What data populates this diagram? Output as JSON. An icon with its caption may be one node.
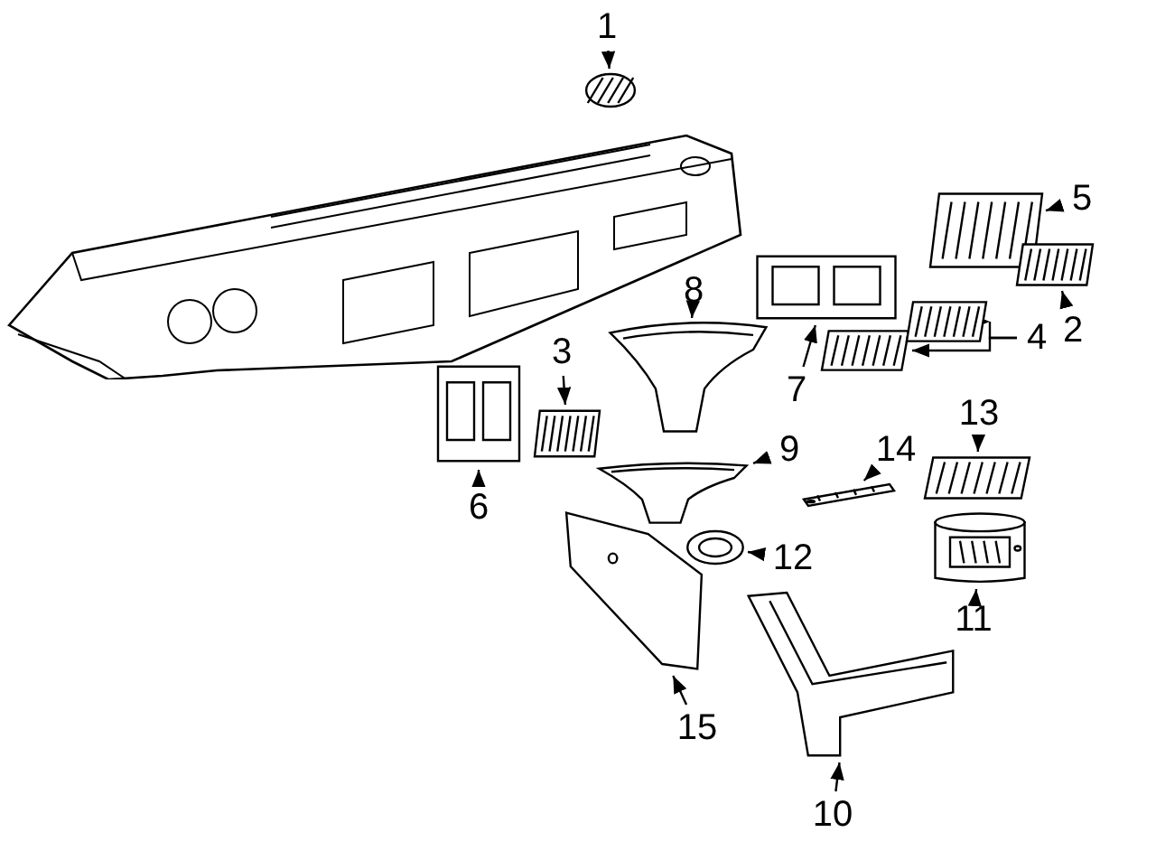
{
  "diagram": {
    "nodes": [
      {
        "text": [
          "1"
        ]
      },
      {
        "text": [],
        "shape": "picture"
      },
      {
        "text": [
          "5"
        ]
      },
      {
        "text": [],
        "shape": "picture"
      },
      {
        "text": [
          "2"
        ]
      },
      {
        "text": [],
        "shape": "picture"
      },
      {
        "text": [
          "8"
        ]
      },
      {
        "text": [],
        "shape": "picture"
      },
      {
        "text": [
          "7"
        ]
      },
      {
        "text": [],
        "shape": "picture"
      },
      {
        "text": [
          "4"
        ]
      },
      {
        "text": [],
        "shape": "picture"
      },
      {
        "text": [],
        "shape": "picture"
      },
      {
        "text": [
          "3"
        ]
      },
      {
        "text": [],
        "shape": "picture"
      },
      {
        "text": [
          "6"
        ]
      },
      {
        "text": [],
        "shape": "picture"
      },
      {
        "text": [
          "9"
        ]
      },
      {
        "text": [],
        "shape": "picture"
      },
      {
        "text": [
          "14"
        ]
      },
      {
        "text": [],
        "shape": "picture"
      },
      {
        "text": [
          "13"
        ]
      },
      {
        "text": [],
        "shape": "picture"
      },
      {
        "text": [
          "12"
        ]
      },
      {
        "text": [],
        "shape": "picture"
      },
      {
        "text": [
          "11"
        ]
      },
      {
        "text": [],
        "shape": "picture"
      },
      {
        "text": [
          "15"
        ]
      },
      {
        "text": [],
        "shape": "picture"
      },
      {
        "text": [
          "10"
        ]
      },
      {
        "text": [],
        "shape": "picture"
      }
    ],
    "edges": [
      {
        "from": 0,
        "to": 1,
        "arrow": "to"
      },
      {
        "from": 2,
        "to": 3,
        "arrow": "to"
      },
      {
        "from": 4,
        "to": 5,
        "arrow": "to"
      },
      {
        "from": 6,
        "to": 7,
        "arrow": "to"
      },
      {
        "from": 8,
        "to": 9,
        "arrow": "to"
      },
      {
        "from": 10,
        "to": 11,
        "arrow": "to"
      },
      {
        "from": 10,
        "to": 12,
        "arrow": "to"
      },
      {
        "from": 13,
        "to": 14,
        "arrow": "to"
      },
      {
        "from": 15,
        "to": 16,
        "arrow": "to"
      },
      {
        "from": 17,
        "to": 18,
        "arrow": "to"
      },
      {
        "from": 19,
        "to": 20,
        "arrow": "to"
      },
      {
        "from": 21,
        "to": 22,
        "arrow": "to"
      },
      {
        "from": 23,
        "to": 24,
        "arrow": "to"
      },
      {
        "from": 25,
        "to": 26,
        "arrow": "to"
      },
      {
        "from": 27,
        "to": 28,
        "arrow": "to"
      },
      {
        "from": 29,
        "to": 30,
        "arrow": "to"
      }
    ]
  }
}
